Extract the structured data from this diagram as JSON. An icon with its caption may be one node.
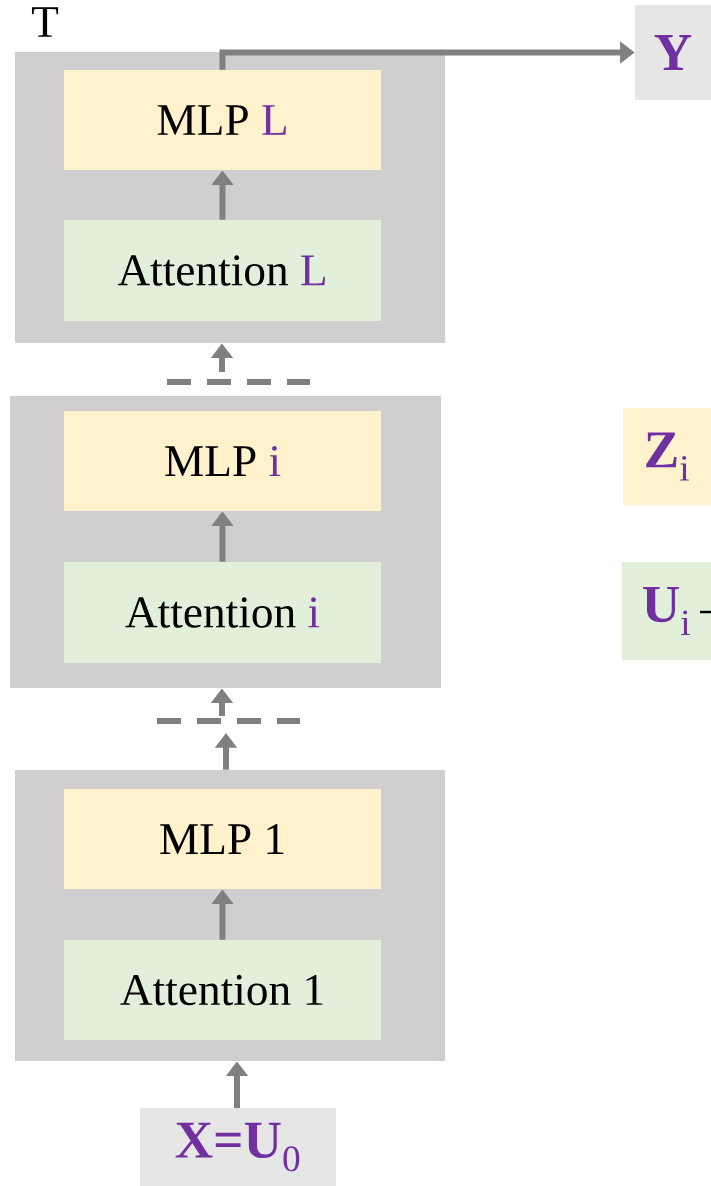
{
  "diagram": {
    "nodes": [
      {
        "text": [],
        "shape": "box"
      },
      {
        "text": [
          "MLP",
          "L"
        ],
        "in": 0
      },
      {
        "text": [
          "Attention",
          "L"
        ],
        "in": 0
      },
      {
        "text": [],
        "shape": "box"
      },
      {
        "text": [
          "MLP",
          "i"
        ],
        "in": 3
      },
      {
        "text": [
          "Attention",
          "i"
        ],
        "in": 3
      },
      {
        "text": [],
        "shape": "box"
      },
      {
        "text": [
          "MLP 1"
        ],
        "in": 6
      },
      {
        "text": [
          "Attention 1"
        ],
        "in": 6
      },
      {
        "text": [
          "Y"
        ]
      },
      {
        "text": [
          "**Z**$_{i}$"
        ]
      },
      {
        "text": [
          "**U**$_{i}$"
        ]
      },
      {
        "text": [
          "**X=U**$_{0}$"
        ]
      }
    ],
    "edges": [
      {
        "from": 2,
        "to": 1,
        "arrow": "to"
      },
      {
        "from": 5,
        "to": 4,
        "arrow": "to"
      },
      {
        "from": 8,
        "to": 7,
        "arrow": "to"
      },
      {
        "from": 1,
        "to": 9,
        "arrow": "to"
      },
      {
        "from": null,
        "to": 0,
        "arrow": "to"
      },
      {
        "from": null,
        "to": 3,
        "arrow": "to"
      },
      {
        "from": 6,
        "to": null,
        "arrow": "to"
      },
      {
        "from": 12,
        "to": 6,
        "arrow": "to"
      }
    ],
    "labels": [
      "T"
    ]
  }
}
